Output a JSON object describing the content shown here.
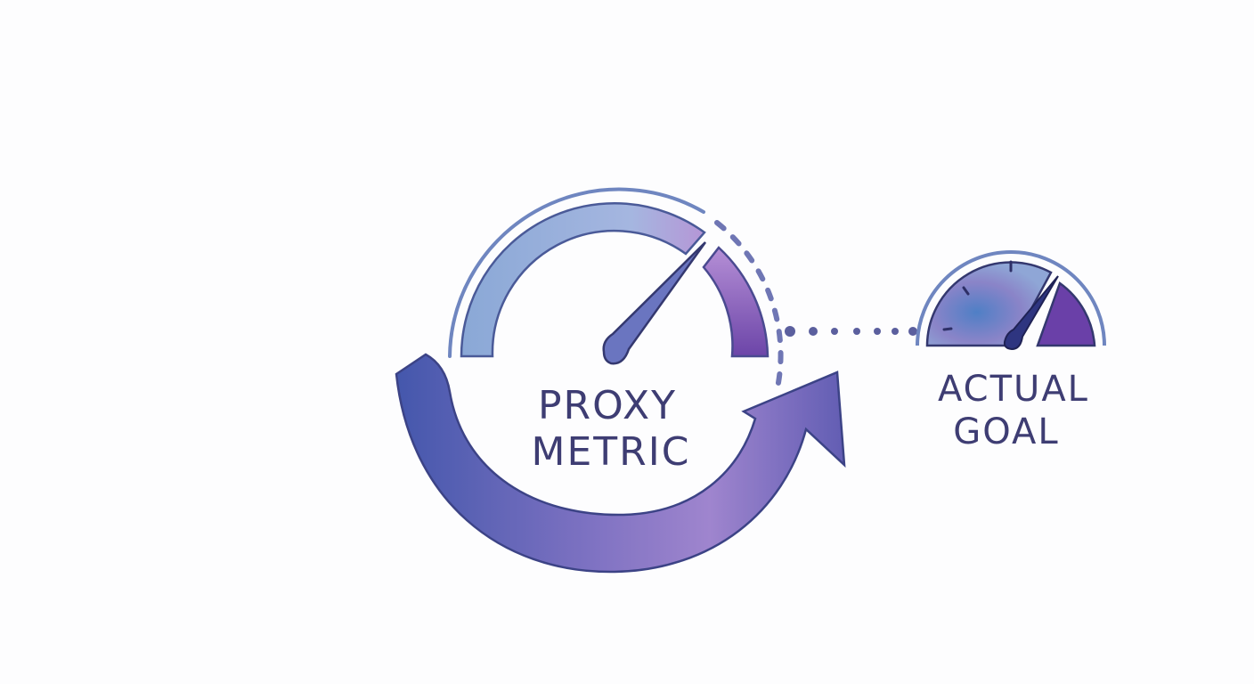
{
  "proxy_label": {
    "line1": "PROXY",
    "line2": "METRIC"
  },
  "goal_label": {
    "line1": "ACTUAL",
    "line2": "GOAL"
  },
  "colors": {
    "blue": "#7f9fd0",
    "deep_blue": "#3d4aa0",
    "purple": "#7a4fb0",
    "ink": "#3e3d73"
  }
}
